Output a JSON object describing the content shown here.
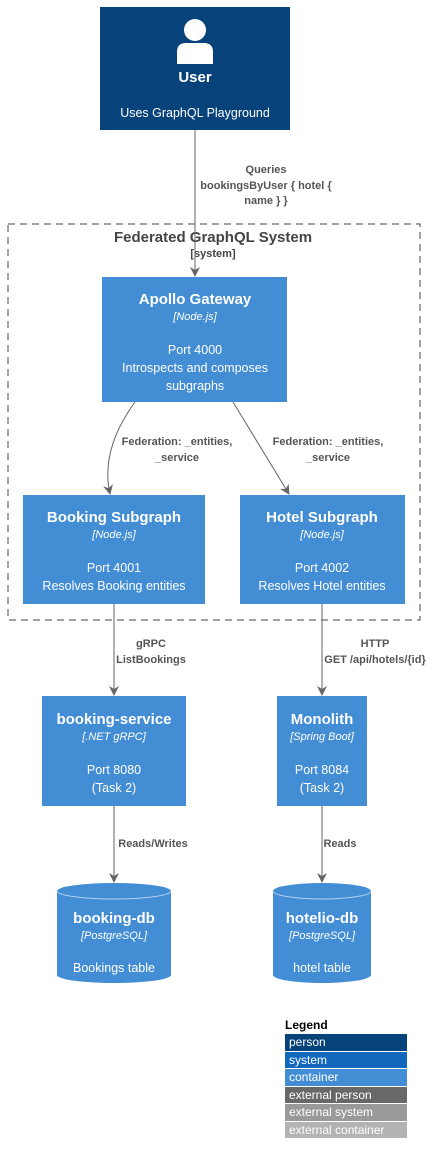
{
  "user": {
    "title": "User",
    "desc": "Uses GraphQL Playground",
    "icon": "person-icon"
  },
  "edge_user_gateway": [
    "Queries",
    "bookingsByUser { hotel {",
    "name } }"
  ],
  "boundary": {
    "title": "Federated GraphQL System",
    "subtitle": "[system]"
  },
  "gateway": {
    "title": "Apollo Gateway",
    "tech": "[Node.js]",
    "desc": [
      "Port 4000",
      "Introspects and composes",
      "subgraphs"
    ]
  },
  "edge_gateway_booking": [
    "Federation: _entities,",
    "_service"
  ],
  "edge_gateway_hotel": [
    "Federation: _entities,",
    "_service"
  ],
  "booking_subgraph": {
    "title": "Booking Subgraph",
    "tech": "[Node.js]",
    "desc": [
      "Port 4001",
      "Resolves Booking entities"
    ]
  },
  "hotel_subgraph": {
    "title": "Hotel Subgraph",
    "tech": "[Node.js]",
    "desc": [
      "Port 4002",
      "Resolves Hotel entities"
    ]
  },
  "edge_booking_service": [
    "gRPC",
    "ListBookings"
  ],
  "edge_hotel_monolith": [
    "HTTP",
    "GET /api/hotels/{id}"
  ],
  "booking_service": {
    "title": "booking-service",
    "tech": "[.NET gRPC]",
    "desc": [
      "Port 8080",
      "(Task 2)"
    ]
  },
  "monolith": {
    "title": "Monolith",
    "tech": "[Spring Boot]",
    "desc": [
      "Port 8084",
      "(Task 2)"
    ]
  },
  "edge_booking_db": [
    "Reads/Writes"
  ],
  "edge_monolith_db": [
    "Reads"
  ],
  "booking_db": {
    "title": "booking-db",
    "tech": "[PostgreSQL]",
    "desc": [
      "Bookings table"
    ]
  },
  "hotelio_db": {
    "title": "hotelio-db",
    "tech": "[PostgreSQL]",
    "desc": [
      "hotel table"
    ]
  },
  "legend": {
    "title": "Legend",
    "items": [
      {
        "label": "person",
        "color": "#08427B"
      },
      {
        "label": "system",
        "color": "#1168BD"
      },
      {
        "label": "container",
        "color": "#438DD5"
      },
      {
        "label": "external person",
        "color": "#686868"
      },
      {
        "label": "external system",
        "color": "#999999"
      },
      {
        "label": "external container",
        "color": "#B3B3B3"
      }
    ]
  },
  "colors": {
    "person": "#08427B",
    "container": "#438DD5",
    "edge": "#666666",
    "boundary": "#444444"
  }
}
